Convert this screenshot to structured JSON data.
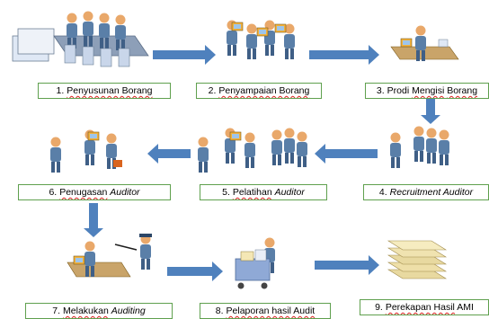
{
  "steps": [
    {
      "num": "1.",
      "label": "Penyusunan Borang"
    },
    {
      "num": "2.",
      "label": "Penyampaian Borang"
    },
    {
      "num": "3.",
      "label_a": "Prodi",
      "label_b": "Mengisi",
      "label_c": "Borang"
    },
    {
      "num": "4.",
      "label": "Recruitment Auditor"
    },
    {
      "num": "5.",
      "label_a": "Pelatihan",
      "label_b": "Auditor"
    },
    {
      "num": "6.",
      "label_a": "Penugasan",
      "label_b": "Auditor"
    },
    {
      "num": "7.",
      "label_a": "Melakukan",
      "label_b": "Auditing"
    },
    {
      "num": "8.",
      "label": "Pelaporan hasil Audit"
    },
    {
      "num": "9.",
      "label_a": "Perekapan Hasil",
      "label_b": "AMI"
    }
  ],
  "colors": {
    "arrow": "#4f81bd",
    "box_border": "#5fa04e",
    "figure_skin": "#e9a86a",
    "figure_suit": "#5a7fa8",
    "paper": "#dfe8f5",
    "stack": "#e8d9a0"
  },
  "icons": [
    "meeting-table-icon",
    "people-with-laptops-icon",
    "desk-worker-icon",
    "group-of-people-icon",
    "audit-officer-icon",
    "report-cart-icon",
    "document-stack-icon"
  ]
}
